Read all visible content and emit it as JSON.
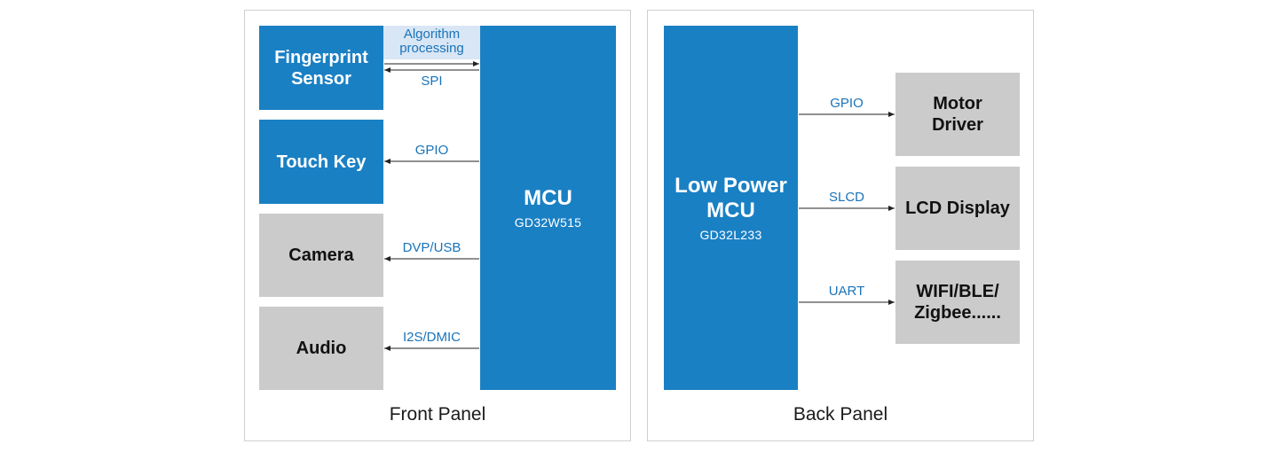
{
  "front_panel": {
    "caption": "Front Panel",
    "mcu": {
      "title": "MCU",
      "subtitle": "GD32W515"
    },
    "fingerprint": "Fingerprint\nSensor",
    "touch_key": "Touch Key",
    "camera": "Camera",
    "audio": "Audio",
    "algo_label": "Algorithm\nprocessing",
    "links": {
      "spi": "SPI",
      "gpio": "GPIO",
      "dvp": "DVP/USB",
      "i2s": "I2S/DMIC"
    }
  },
  "back_panel": {
    "caption": "Back Panel",
    "mcu": {
      "title": "Low Power\nMCU",
      "subtitle": "GD32L233"
    },
    "motor": "Motor\nDriver",
    "lcd": "LCD Display",
    "wifi": "WIFI/BLE/\nZigbee......",
    "links": {
      "gpio": "GPIO",
      "slcd": "SLCD",
      "uart": "UART"
    }
  },
  "colors": {
    "accent_blue": "#1a80c4",
    "box_gray": "#cbcbcb",
    "label_blue": "#1a73b9",
    "algo_bg": "#d8e6f5"
  }
}
